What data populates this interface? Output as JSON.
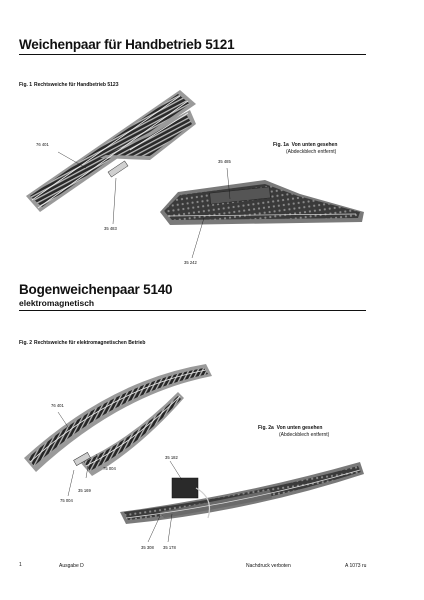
{
  "section1": {
    "title": "Weichenpaar für Handbetrieb 5121",
    "fig1": {
      "number": "Fig. 1",
      "caption": "Rechtsweiche für Handbetrieb 5123"
    },
    "fig1a": {
      "number": "Fig. 1a",
      "caption": "Von unten gesehen",
      "subcaption": "(Abdeckblech entfernt)"
    },
    "parts1": [
      "76 401",
      "35 483"
    ],
    "parts1a": [
      "35 485",
      "35 242"
    ]
  },
  "section2": {
    "title": "Bogenweichenpaar 5140",
    "subtitle": "elektromagnetisch",
    "fig2": {
      "number": "Fig. 2",
      "caption": "Rechtsweiche für elektromagnetischen Betrieb"
    },
    "fig2a": {
      "number": "Fig. 2a",
      "caption": "Von unten gesehen",
      "subcaption": "(Abdeckblech entfernt)"
    },
    "parts2": [
      "76 401",
      "75 004",
      "35 169",
      "75 004"
    ],
    "parts2a": [
      "35 182",
      "35 308",
      "35 178"
    ]
  },
  "footer": {
    "page": "1",
    "edition": "Ausgabe D",
    "notice": "Nachdruck verboten",
    "code": "A 1073 ru"
  }
}
